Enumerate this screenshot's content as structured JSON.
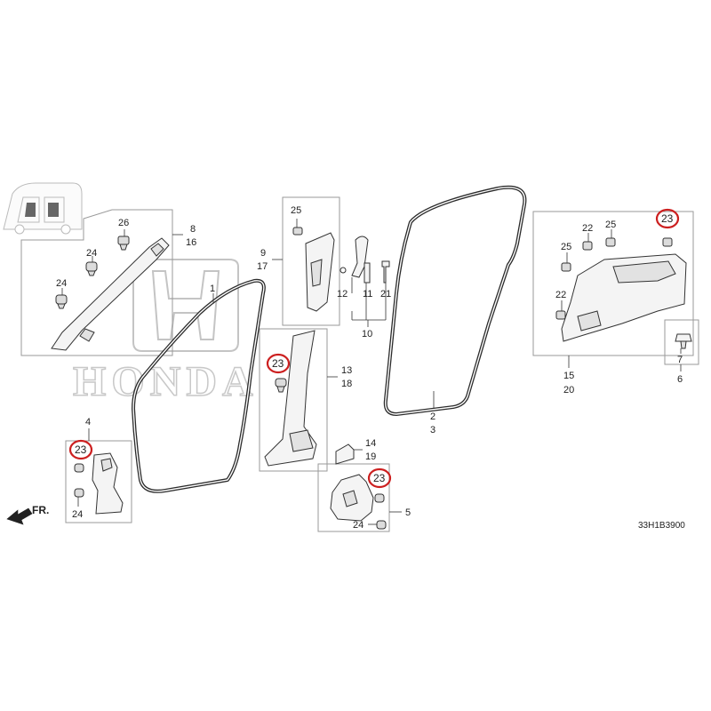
{
  "watermark": {
    "brand": "HONDA"
  },
  "diagram_code": "33H1B3900",
  "front_arrow": {
    "label": "FR."
  },
  "highlight_color": "#cc1f1f",
  "callouts": {
    "c1": "1",
    "c2": "2",
    "c3": "3",
    "c4": "4",
    "c5": "5",
    "c6": "6",
    "c7": "7",
    "c8": "8",
    "c16": "16",
    "c9": "9",
    "c17": "17",
    "c10": "10",
    "c11": "11",
    "c12": "12",
    "c21": "21",
    "c13": "13",
    "c18": "18",
    "c14": "14",
    "c19": "19",
    "c15": "15",
    "c20": "20",
    "c24_apillar_a": "24",
    "c24_apillar_b": "24",
    "c26": "26",
    "c25_bpillar": "25",
    "c24_left_a": "24",
    "c24_right": "24",
    "c22_a": "22",
    "c25_a": "25",
    "c25_b": "25",
    "c22_b": "22"
  },
  "highlighted_callouts": {
    "h23_bpillar": "23",
    "h23_left": "23",
    "h23_right": "23",
    "h23_rear": "23"
  }
}
